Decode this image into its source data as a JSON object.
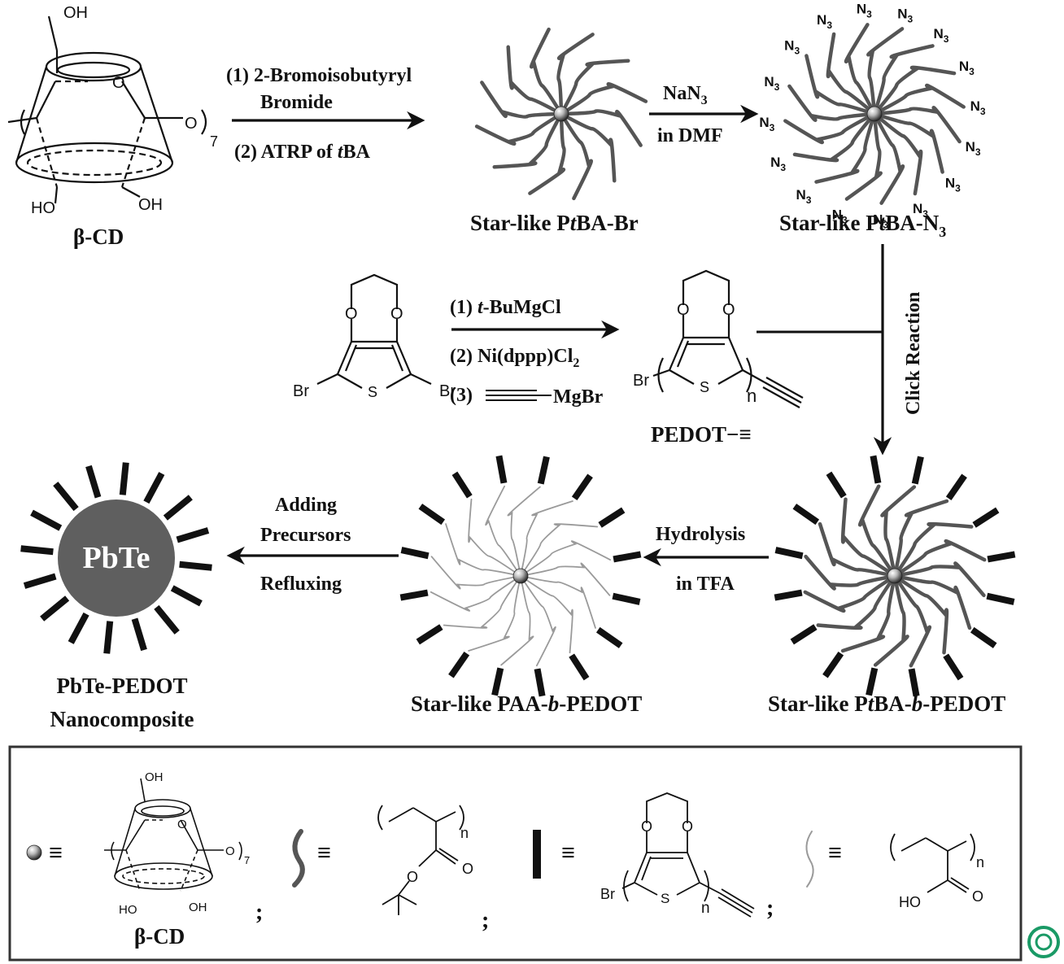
{
  "scheme": {
    "cd_label": "β-CD",
    "cd_oh_top": "OH",
    "cd_ho_left": "HO",
    "cd_oh_right": "OH",
    "cd_o_ring": "O",
    "cd_o_link": "O",
    "cd_repeat": "7",
    "step1_line1": "(1) 2-Bromoisobutyryl",
    "step1_line2": "Bromide",
    "step1_line3_pre": "(2) ATRP of ",
    "step1_line3_it": "t",
    "step1_line3_post": "BA",
    "ptba_br_pre": "Star-like P",
    "ptba_br_it": "t",
    "ptba_br_post": "BA-Br",
    "step2_reagent": "NaN",
    "step2_reagent_sub": "3",
    "step2_solvent": "in DMF",
    "ptba_n3_pre": "Star-like P",
    "ptba_n3_it": "t",
    "ptba_n3_post": "BA-N",
    "ptba_n3_sub": "3",
    "azide_N": "N",
    "azide_sub": "3",
    "click_label": "Click Reaction",
    "monomer_br_left": "Br",
    "monomer_br_right": "Br",
    "monomer_s": "S",
    "monomer_o1": "O",
    "monomer_o2": "O",
    "step3_line1_pre": "(1) ",
    "step3_line1_it": "t",
    "step3_line1_post": "-BuMgCl",
    "step3_line2": "(2) Ni(dppp)Cl",
    "step3_line2_sub": "2",
    "step3_line3_pre": "(3)",
    "step3_line3_post": "MgBr",
    "pedot_br": "Br",
    "pedot_n": "n",
    "pedot_s": "S",
    "pedot_o1": "O",
    "pedot_o2": "O",
    "pedot_label": "PEDOT−≡",
    "hydrolysis_line1": "Hydrolysis",
    "hydrolysis_line2": "in TFA",
    "adding_line1": "Adding",
    "adding_line2": "Precursors",
    "adding_line3": "Refluxing",
    "pbte_core": "PbTe",
    "ptba_pedot_pre": "Star-like P",
    "ptba_pedot_it1": "t",
    "ptba_pedot_mid": "BA-",
    "ptba_pedot_it2": "b",
    "ptba_pedot_post": "-PEDOT",
    "paa_pedot_pre": "Star-like PAA-",
    "paa_pedot_it": "b",
    "paa_pedot_post": "-PEDOT",
    "nanocomposite_line1": "PbTe-PEDOT",
    "nanocomposite_line2": "Nanocomposite"
  },
  "legend": {
    "equiv": "≡",
    "semicolon": ";",
    "cd_label": "β-CD",
    "cd_oh": "OH",
    "cd_ho": "HO",
    "cd_oh2": "OH",
    "cd_o": "O",
    "cd_o2": "O",
    "cd_sub": "7",
    "ptba_n": "n",
    "ptba_o1": "O",
    "ptba_o2": "O",
    "pedot_br": "Br",
    "pedot_s": "S",
    "pedot_n": "n",
    "pedot_o1": "O",
    "pedot_o2": "O",
    "paa_n": "n",
    "paa_ho": "HO",
    "paa_o": "O"
  },
  "colors": {
    "ptba_arm": "#555555",
    "paa_arm": "#9a9a9a",
    "pedot_block": "#111111",
    "pbte_core": "#5f5f5f",
    "logo": "#1a9a66"
  },
  "icons": {
    "logo": "circular-logo-icon"
  }
}
